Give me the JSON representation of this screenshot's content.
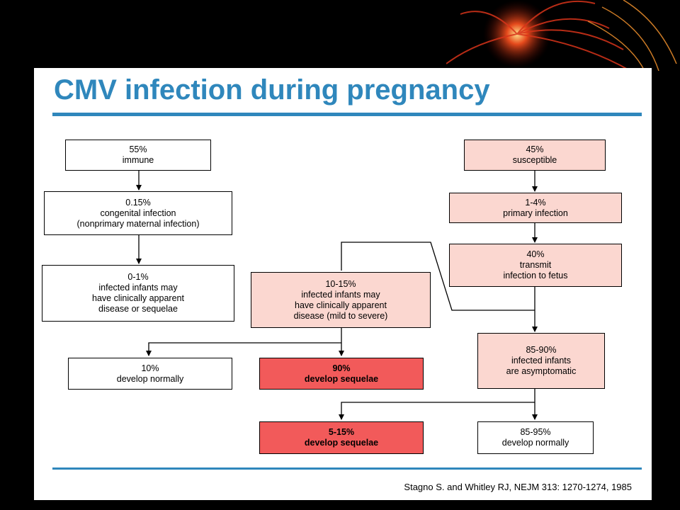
{
  "slide": {
    "title": "CMV infection during pregnancy",
    "citation": "Stagno S. and Whitley RJ, NEJM 313: 1270-1274, 1985"
  },
  "flowchart": {
    "immune": [
      "55%",
      "immune"
    ],
    "congenital": [
      "0.15%",
      "congenital infection",
      "(nonprimary maternal infection)"
    ],
    "infected_left": [
      "0-1%",
      "infected infants may",
      "have clinically apparent",
      "disease or sequelae"
    ],
    "susceptible": [
      "45%",
      "susceptible"
    ],
    "primary": [
      "1-4%",
      "primary infection"
    ],
    "transmit": [
      "40%",
      "transmit",
      "infection to fetus"
    ],
    "infected_mid": [
      "10-15%",
      "infected infants may",
      "have clinically apparent",
      "disease (mild to severe)"
    ],
    "normal_10": [
      "10%",
      "develop normally"
    ],
    "sequelae_90": [
      "90%",
      "develop sequelae"
    ],
    "asymptomatic": [
      "85-90%",
      "infected infants",
      "are asymptomatic"
    ],
    "sequelae_5": [
      "5-15%",
      "develop sequelae"
    ],
    "normal_85": [
      "85-95%",
      "develop normally"
    ]
  },
  "colors": {
    "accent": "#2f87bc",
    "pink_box": "#fbd7d0",
    "red_box": "#f25a5a"
  }
}
